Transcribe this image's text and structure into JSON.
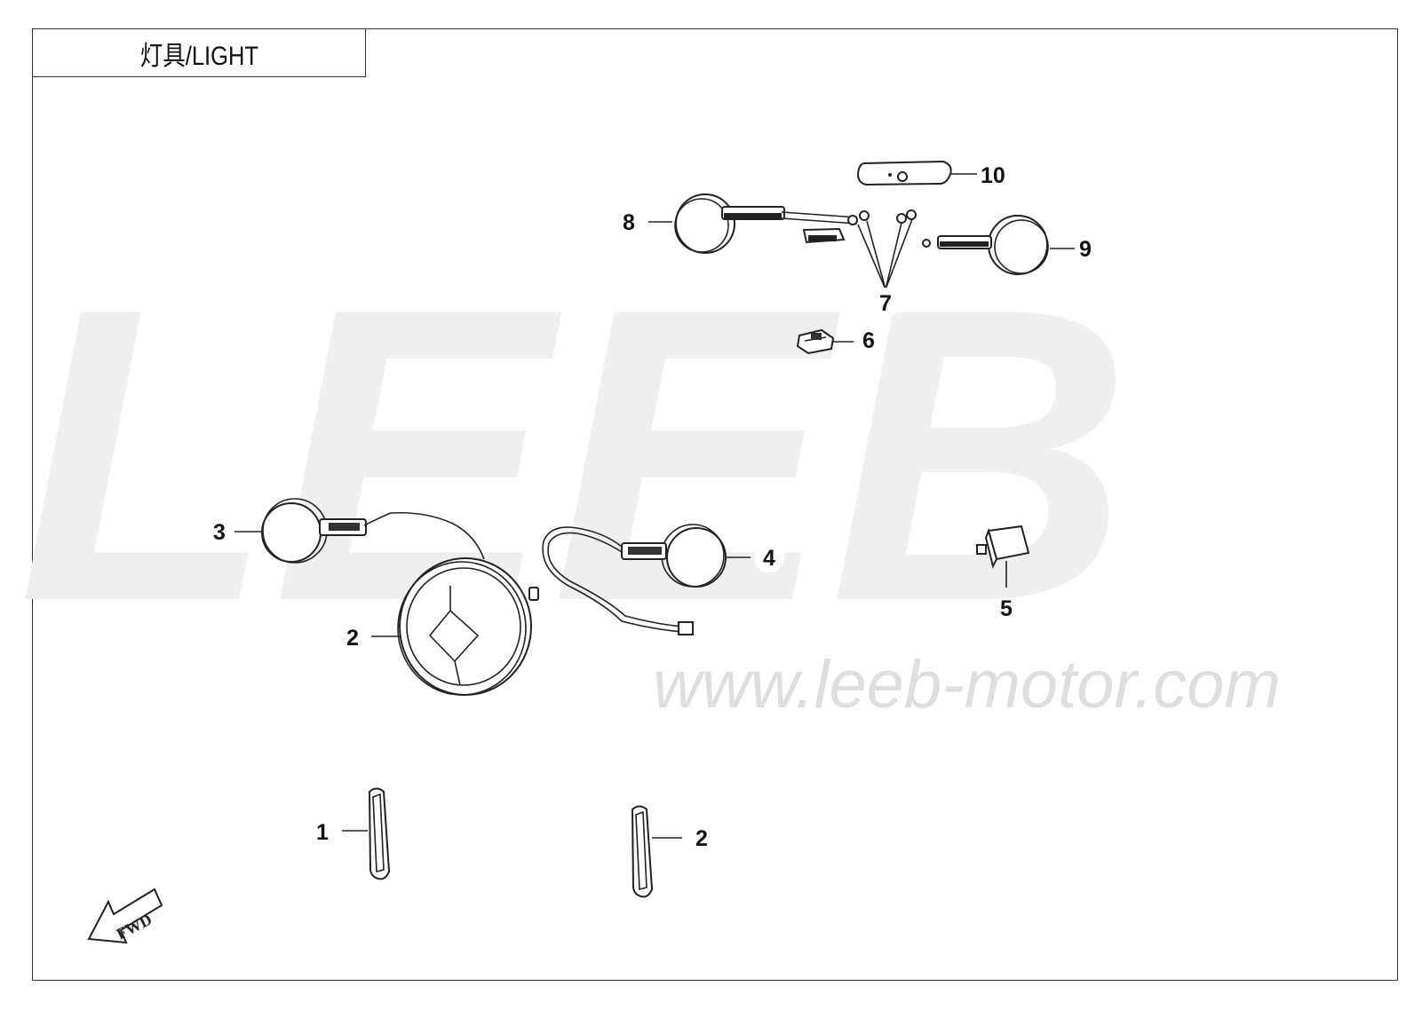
{
  "title": "灯具/LIGHT",
  "watermark": {
    "brand": "LEEB",
    "url": "www.leeb-motor.com"
  },
  "orientation_label": "FWD",
  "callouts": [
    {
      "id": "c10",
      "label": "10"
    },
    {
      "id": "c8",
      "label": "8"
    },
    {
      "id": "c9",
      "label": "9"
    },
    {
      "id": "c7",
      "label": "7"
    },
    {
      "id": "c6",
      "label": "6"
    },
    {
      "id": "c3",
      "label": "3"
    },
    {
      "id": "c4",
      "label": "4"
    },
    {
      "id": "c5",
      "label": "5"
    },
    {
      "id": "c2a",
      "label": "2"
    },
    {
      "id": "c1",
      "label": "1"
    },
    {
      "id": "c2b",
      "label": "2"
    }
  ],
  "colors": {
    "line": "#222222",
    "watermark": "#efefef",
    "watermark_url": "#dedede"
  }
}
